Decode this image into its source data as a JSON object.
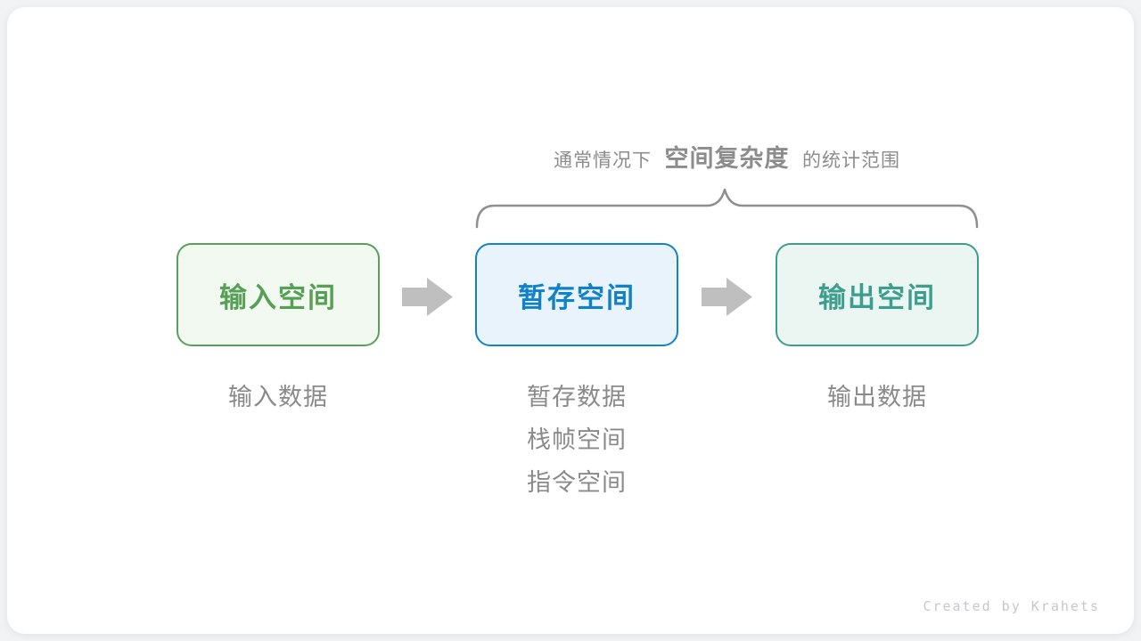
{
  "page": {
    "background_color": "#f2f3f4",
    "card_color": "#ffffff"
  },
  "annotation": {
    "prefix": "通常情况下",
    "highlight": "空间复杂度",
    "suffix": "的统计范围",
    "text_color": "#8c8c8c",
    "brace_color": "#8f8f8f"
  },
  "boxes": [
    {
      "label": "输入空间",
      "accent_color": "#5ba05a",
      "bg_color": "#f2f9f1"
    },
    {
      "label": "暂存空间",
      "accent_color": "#1681c4",
      "bg_color": "#e9f3fb"
    },
    {
      "label": "输出空间",
      "accent_color": "#3e9e8e",
      "bg_color": "#ebf5f2"
    }
  ],
  "arrows": {
    "icon": "arrow-right-icon",
    "color": "#bfbfbf"
  },
  "sublabels": {
    "input": [
      "输入数据"
    ],
    "temp": [
      "暂存数据",
      "栈帧空间",
      "指令空间"
    ],
    "output": [
      "输出数据"
    ],
    "text_color": "#8a8a8a"
  },
  "footer": {
    "credit": "Created by Krahets",
    "text_color": "#c7c7cb"
  }
}
